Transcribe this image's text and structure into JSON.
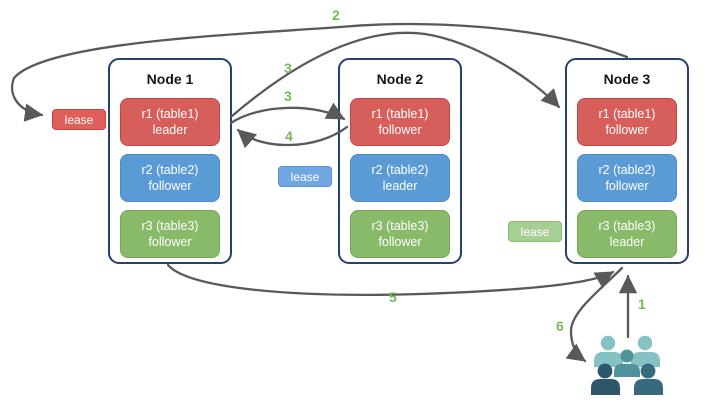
{
  "diagram_title": "raft-leaders-and-leaseholders",
  "nodes": [
    {
      "title": "Node 1",
      "replicas": [
        {
          "line1": "r1 (table1)",
          "line2": "leader",
          "color": "red"
        },
        {
          "line1": "r2 (table2)",
          "line2": "follower",
          "color": "blue"
        },
        {
          "line1": "r3 (table3)",
          "line2": "follower",
          "color": "green"
        }
      ]
    },
    {
      "title": "Node 2",
      "replicas": [
        {
          "line1": "r1 (table1)",
          "line2": "follower",
          "color": "red"
        },
        {
          "line1": "r2 (table2)",
          "line2": "leader",
          "color": "blue"
        },
        {
          "line1": "r3 (table3)",
          "line2": "follower",
          "color": "green"
        }
      ]
    },
    {
      "title": "Node 3",
      "replicas": [
        {
          "line1": "r1 (table1)",
          "line2": "follower",
          "color": "red"
        },
        {
          "line1": "r2 (table2)",
          "line2": "follower",
          "color": "blue"
        },
        {
          "line1": "r3 (table3)",
          "line2": "leader",
          "color": "green"
        }
      ]
    }
  ],
  "leases": [
    {
      "label": "lease",
      "color": "red"
    },
    {
      "label": "lease",
      "color": "blue"
    },
    {
      "label": "lease",
      "color": "green"
    }
  ],
  "steps": {
    "n1": "1",
    "n2": "2",
    "n3a": "3",
    "n3b": "3",
    "n4": "4",
    "n5": "5",
    "n6": "6"
  },
  "icons": {
    "users": "users-group"
  },
  "colors": {
    "replica_red": "#d65e5b",
    "replica_blue": "#5b9bd5",
    "replica_green": "#88ba6a",
    "lease_red": "#df5f5a",
    "lease_blue": "#70a7e2",
    "lease_green": "#a7ce95",
    "node_border": "#27416e",
    "arrow": "#58595b",
    "step_label": "#7ab55e",
    "users_light_teal": "#86c2c3",
    "users_mid_teal": "#4e929b",
    "users_dark_left": "#2d566a",
    "users_dark_right": "#37697c",
    "background": "#ffffff"
  }
}
